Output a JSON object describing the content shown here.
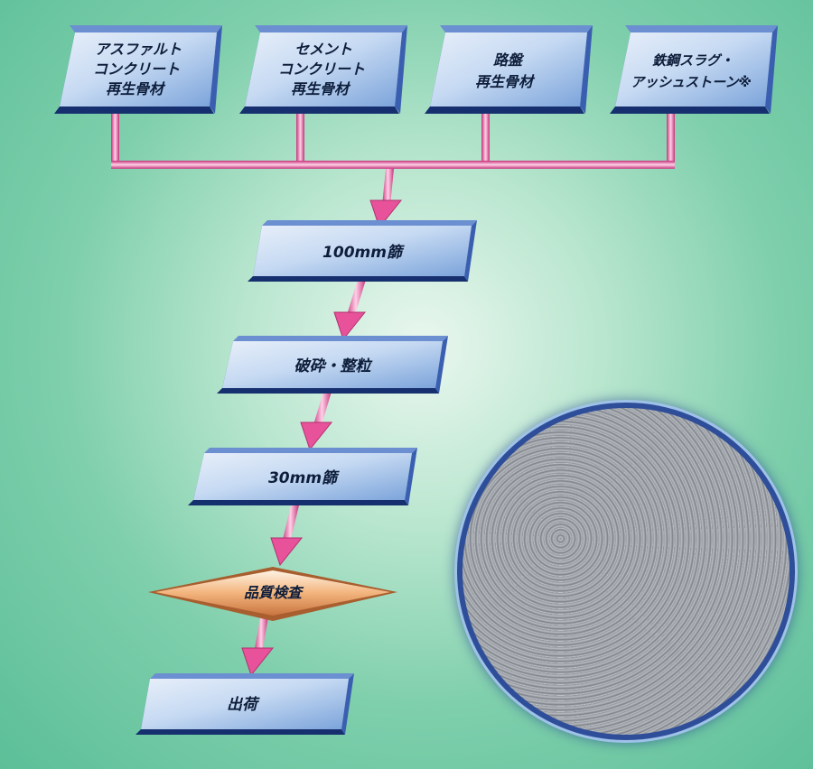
{
  "sources": [
    {
      "line1": "アスファルト",
      "line2": "コンクリート",
      "line3": "再生骨材"
    },
    {
      "line1": "セメント",
      "line2": "コンクリート",
      "line3": "再生骨材"
    },
    {
      "line1": "路盤",
      "line2": "再生骨材"
    },
    {
      "line1": "鉄鋼スラグ・",
      "line2": "アッシュストーン※"
    }
  ],
  "steps": {
    "screen100": "100mm篩",
    "crushing": "破砕・整粒",
    "screen30": "30mm篩",
    "inspection": "品質検査",
    "shipping": "出荷"
  },
  "colors": {
    "box_fill": "#dce9fa",
    "box_shade": "#1f3f8f",
    "connector": "#e8529a",
    "diamond": "#f0b98b"
  },
  "photo": {
    "icon": "crushed-aggregate-photo"
  }
}
